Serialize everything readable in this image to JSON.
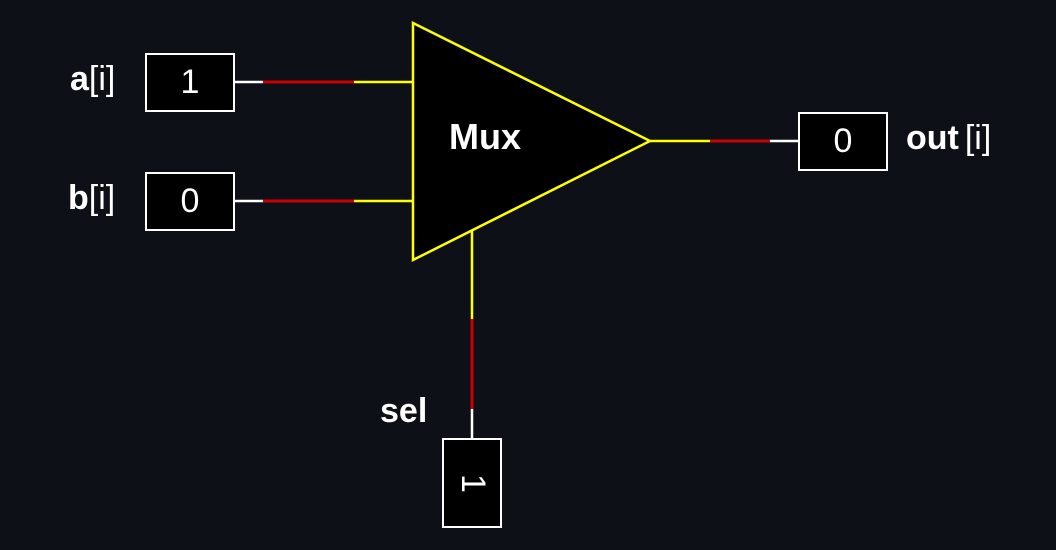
{
  "colors": {
    "background": "#0d1117",
    "gate_stroke": "#ffff00",
    "wire_low": "#cc0000",
    "wire_white": "#ffffff",
    "box_fill": "#000000",
    "text": "#ffffff"
  },
  "gate": {
    "label": "Mux",
    "shape": "triangle"
  },
  "inputs": {
    "a": {
      "name": "a",
      "index": "[i]",
      "value": "1"
    },
    "b": {
      "name": "b",
      "index": "[i]",
      "value": "0"
    },
    "sel": {
      "name": "sel",
      "value": "1"
    }
  },
  "output": {
    "name": "out",
    "index": "[i]",
    "value": "0"
  }
}
